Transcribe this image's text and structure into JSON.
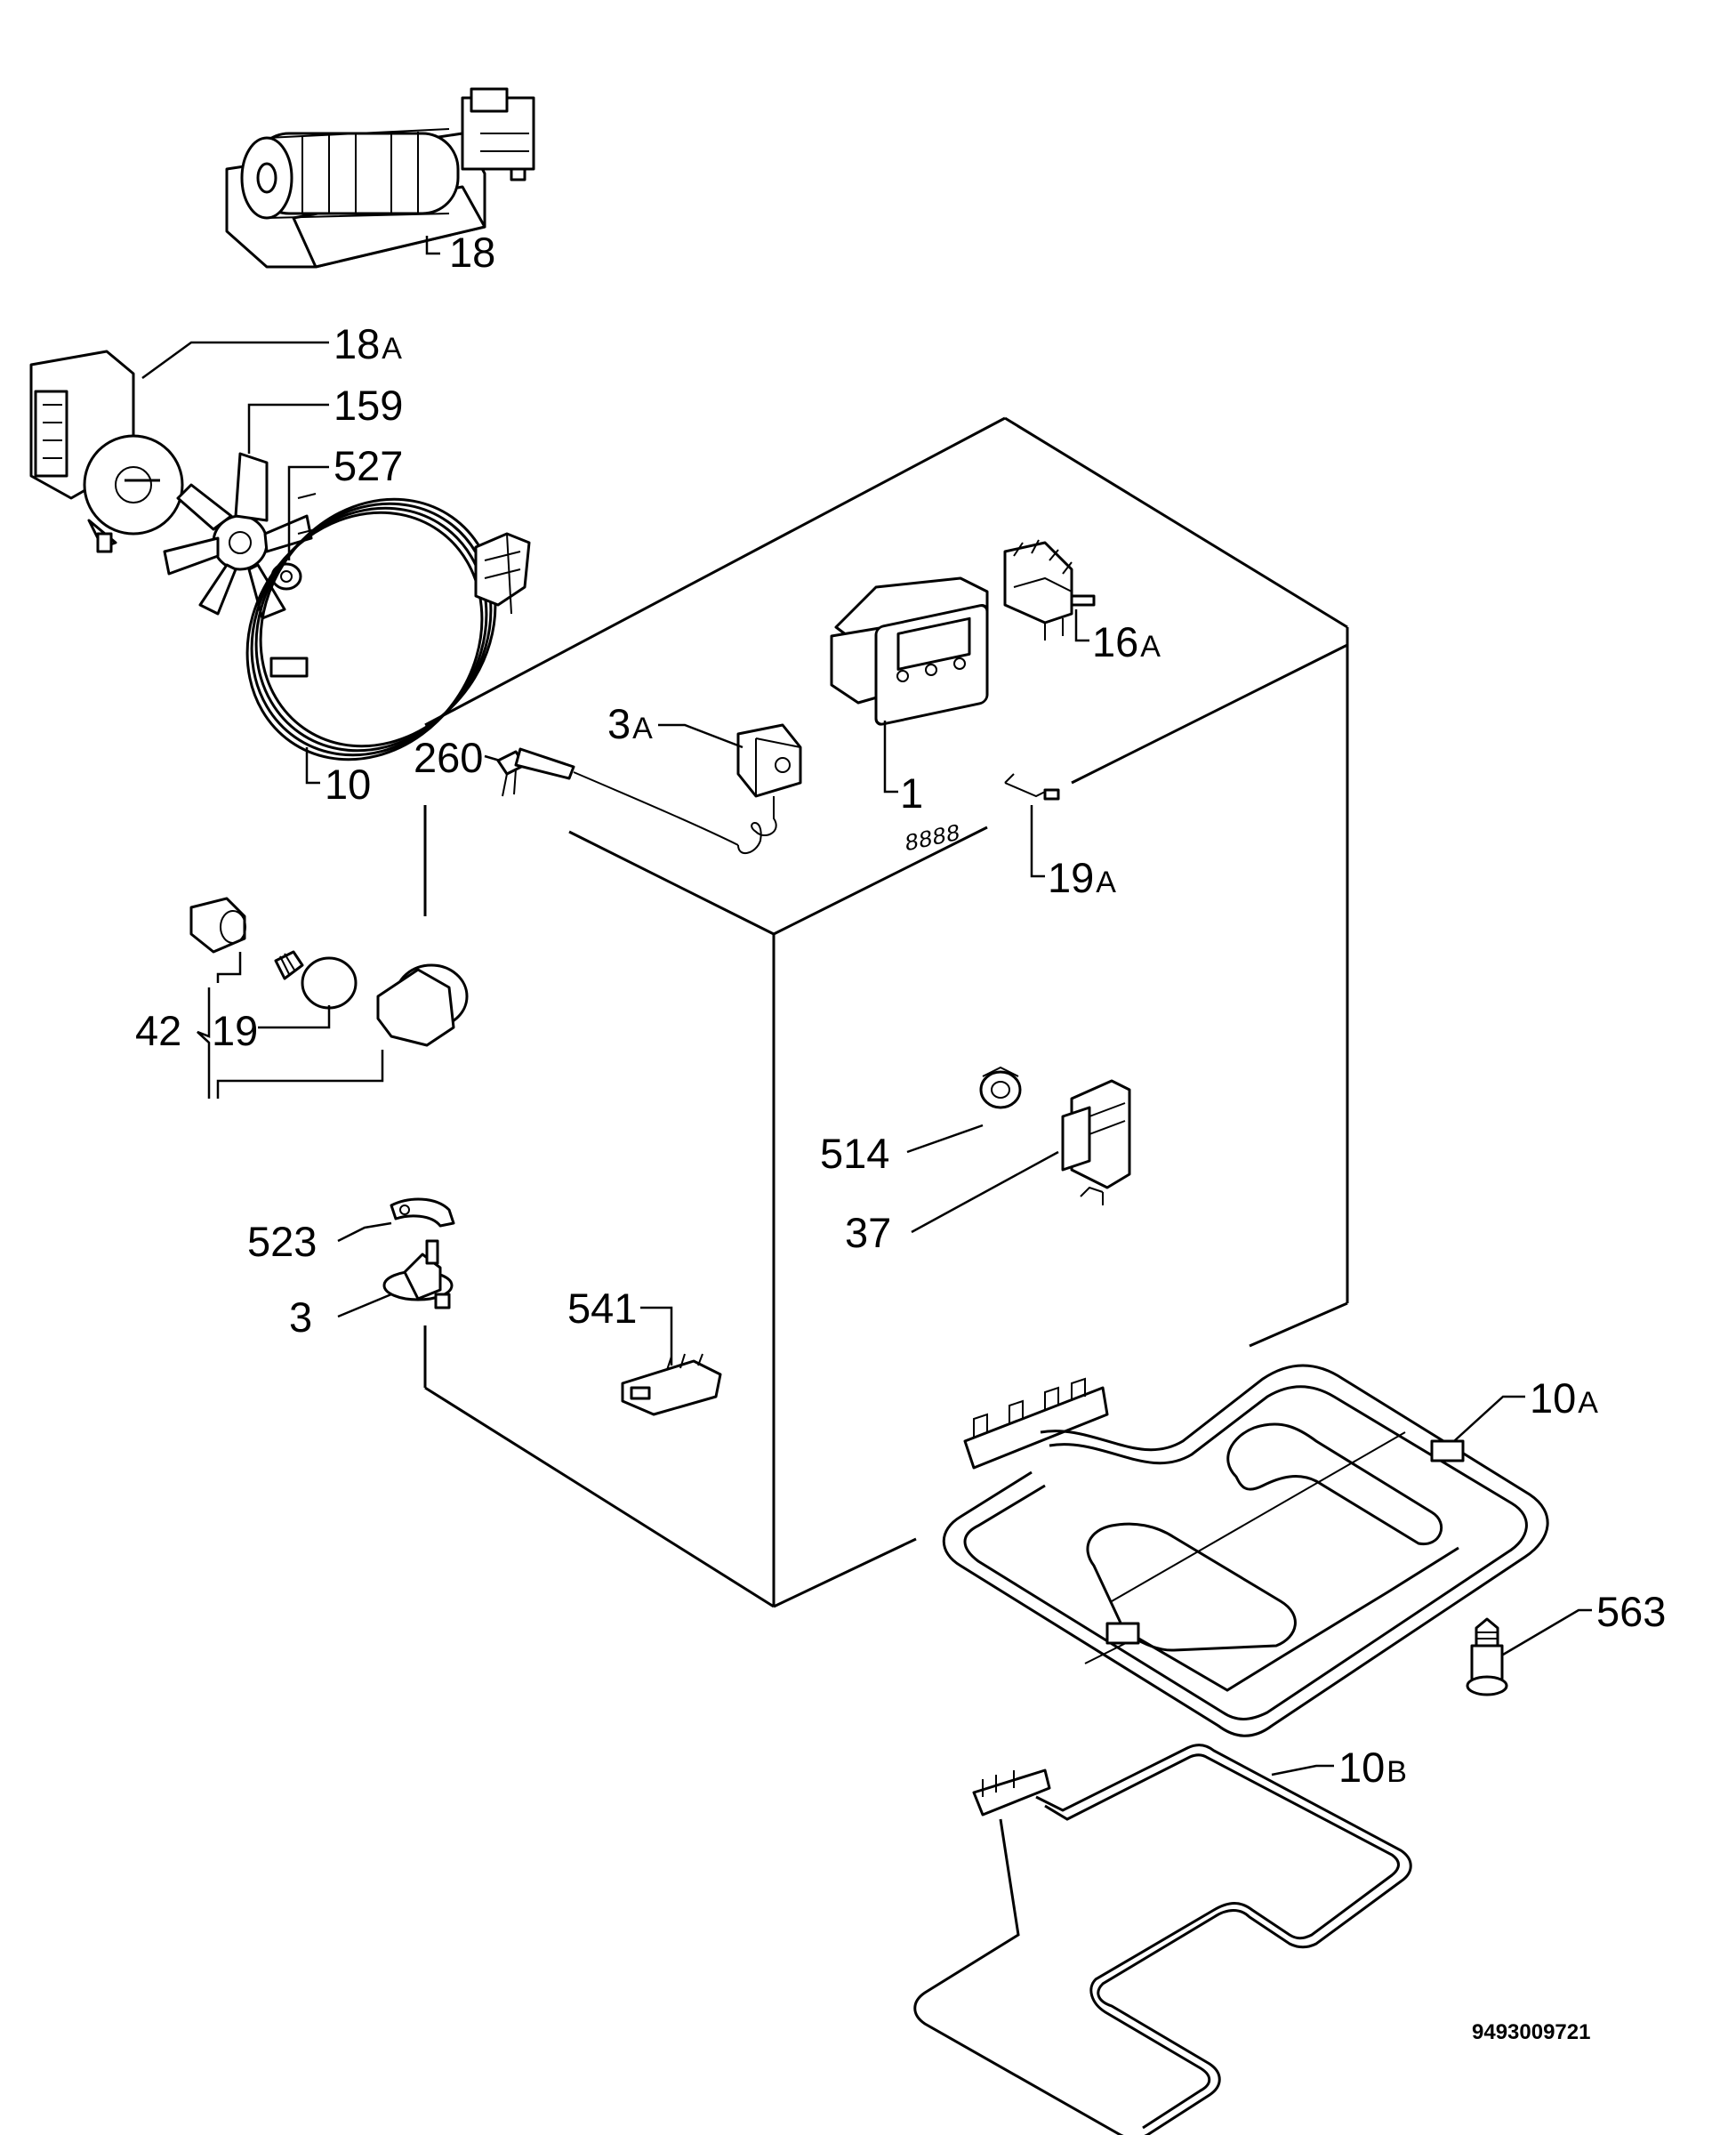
{
  "diagram": {
    "document_number": "9493009721",
    "callouts": [
      {
        "id": "18",
        "base": "18",
        "suffix": ""
      },
      {
        "id": "18A",
        "base": "18",
        "suffix": "A"
      },
      {
        "id": "159",
        "base": "159",
        "suffix": ""
      },
      {
        "id": "527",
        "base": "527",
        "suffix": ""
      },
      {
        "id": "10",
        "base": "10",
        "suffix": ""
      },
      {
        "id": "260",
        "base": "260",
        "suffix": ""
      },
      {
        "id": "3A",
        "base": "3",
        "suffix": "A"
      },
      {
        "id": "1",
        "base": "1",
        "suffix": ""
      },
      {
        "id": "16A",
        "base": "16",
        "suffix": "A"
      },
      {
        "id": "19A",
        "base": "19",
        "suffix": "A"
      },
      {
        "id": "42",
        "base": "42",
        "suffix": ""
      },
      {
        "id": "19",
        "base": "19",
        "suffix": ""
      },
      {
        "id": "514",
        "base": "514",
        "suffix": ""
      },
      {
        "id": "37",
        "base": "37",
        "suffix": ""
      },
      {
        "id": "523",
        "base": "523",
        "suffix": ""
      },
      {
        "id": "3",
        "base": "3",
        "suffix": ""
      },
      {
        "id": "541",
        "base": "541",
        "suffix": ""
      },
      {
        "id": "10A",
        "base": "10",
        "suffix": "A"
      },
      {
        "id": "563",
        "base": "563",
        "suffix": ""
      },
      {
        "id": "10B",
        "base": "10",
        "suffix": "B"
      }
    ]
  }
}
